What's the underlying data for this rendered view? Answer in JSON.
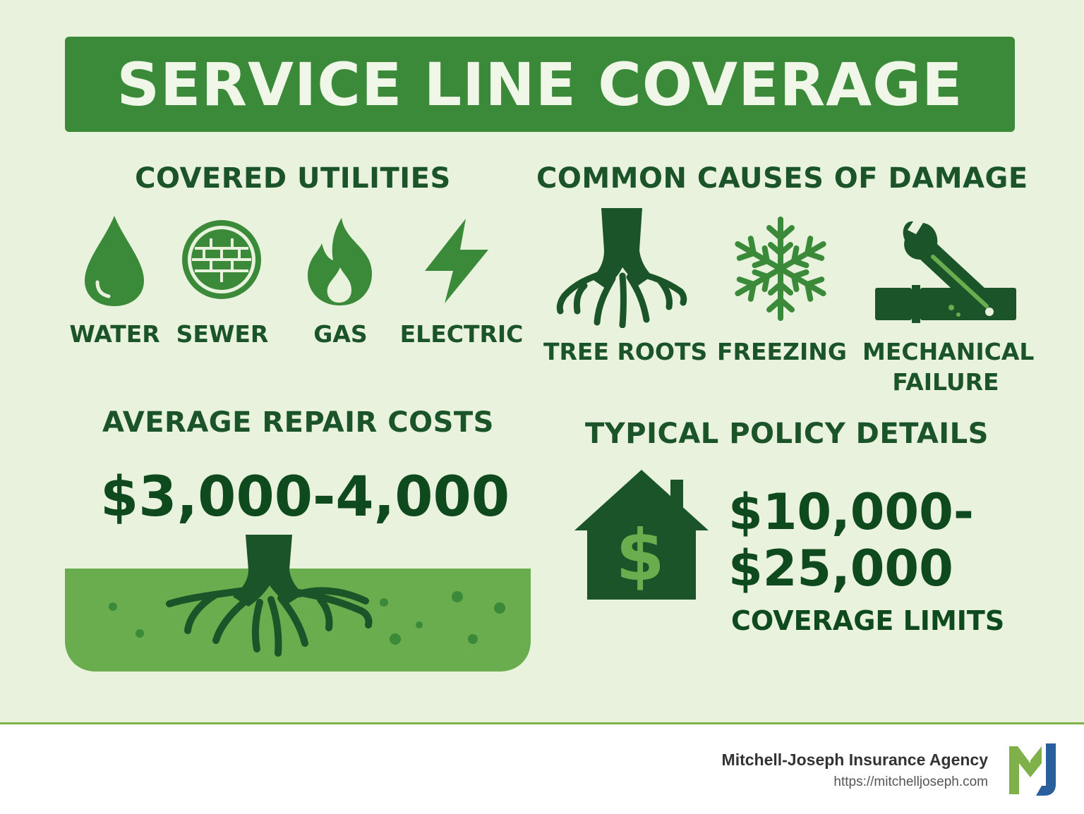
{
  "banner": {
    "title": "SERVICE LINE COVERAGE"
  },
  "utilities": {
    "heading": "COVERED UTILITIES",
    "items": [
      {
        "label": "WATER",
        "icon": "water-drop-icon"
      },
      {
        "label": "SEWER",
        "icon": "manhole-cover-icon"
      },
      {
        "label": "GAS",
        "icon": "flame-icon"
      },
      {
        "label": "ELECTRIC",
        "icon": "lightning-bolt-icon"
      }
    ]
  },
  "causes": {
    "heading": "COMMON CAUSES OF DAMAGE",
    "items": [
      {
        "label": "TREE ROOTS",
        "icon": "tree-roots-icon"
      },
      {
        "label": "FREEZING",
        "icon": "snowflake-icon"
      },
      {
        "label_line1": "MECHANICAL",
        "label_line2": "FAILURE",
        "icon": "wrench-pipe-icon"
      }
    ]
  },
  "repair": {
    "heading": "AVERAGE REPAIR COSTS",
    "amount": "$3,000-4,000",
    "icon": "roots-in-soil-icon"
  },
  "policy": {
    "heading": "TYPICAL POLICY DETAILS",
    "amount_line1": "$10,000-",
    "amount_line2": "$25,000",
    "caption": "COVERAGE LIMITS",
    "icon": "house-dollar-icon"
  },
  "footer": {
    "agency": "Mitchell-Joseph Insurance Agency",
    "url": "https://mitchelljoseph.com",
    "logo_icon": "mj-logo-icon"
  },
  "colors": {
    "background": "#e8f2dc",
    "banner": "#3a8a3a",
    "dark_green": "#1b5428",
    "mid_green": "#3a8a3a",
    "light_green": "#6aad4e",
    "logo_blue": "#2a5f9e",
    "logo_green": "#7fb04a"
  }
}
